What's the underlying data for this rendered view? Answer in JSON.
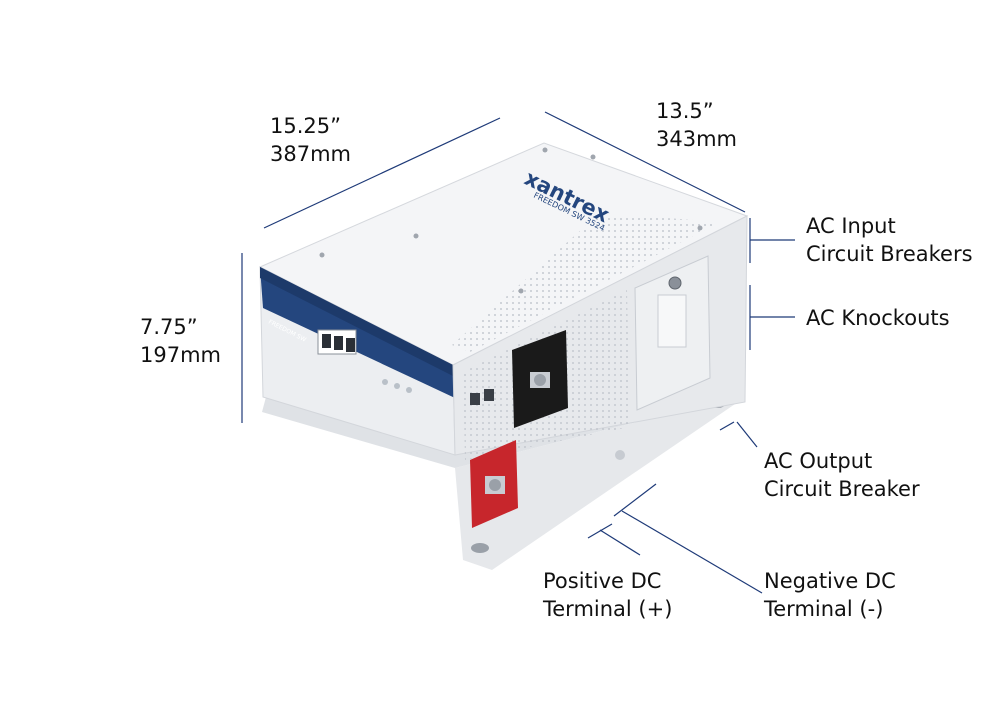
{
  "colors": {
    "annotation_line": "#1e3a78",
    "panel_blue": "#24467e",
    "casing": "#eef0f3",
    "positive_terminal": "#c7262c",
    "negative_terminal": "#1a1a1a"
  },
  "product": {
    "brand": "xantrex",
    "model": "FREEDOM SW 3524",
    "panel_model": "FREEDOM SW"
  },
  "dimensions": {
    "length": {
      "inches": "15.25”",
      "mm": "387mm"
    },
    "depth": {
      "inches": "13.5”",
      "mm": "343mm"
    },
    "height": {
      "inches": "7.75”",
      "mm": "197mm"
    }
  },
  "callouts": {
    "ac_input": {
      "line1": "AC Input",
      "line2": "Circuit Breakers"
    },
    "ac_knockouts": {
      "line1": "AC Knockouts"
    },
    "ac_output": {
      "line1": "AC Output",
      "line2": "Circuit Breaker"
    },
    "positive_dc": {
      "line1": "Positive DC",
      "line2": "Terminal (+)"
    },
    "negative_dc": {
      "line1": "Negative DC",
      "line2": "Terminal (-)"
    }
  }
}
